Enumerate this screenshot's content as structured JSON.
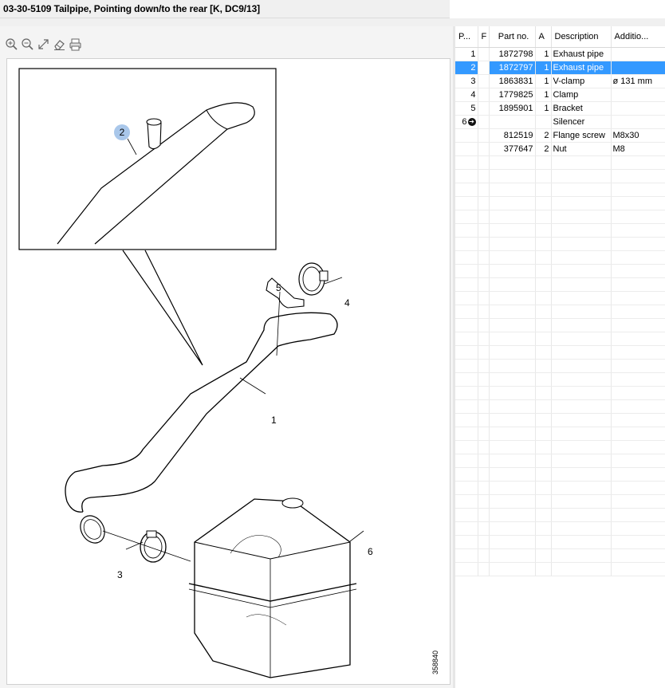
{
  "window": {
    "title": "03-30-5109 Tailpipe, Pointing down/to the rear [K, DC9/13]"
  },
  "toolbar": {
    "icons": [
      "zoom-in-icon",
      "zoom-out-icon",
      "fit-to-window-icon",
      "eraser-icon",
      "print-icon"
    ]
  },
  "diagram": {
    "callouts": [
      "1",
      "2",
      "3",
      "4",
      "5",
      "6"
    ],
    "inset_callout": "2",
    "image_number": "358840"
  },
  "parts_table": {
    "columns": [
      "P...",
      "F",
      "Part no.",
      "A",
      "Description",
      "Additio..."
    ],
    "rows": [
      {
        "pos": "1",
        "f": "",
        "part_no": "1872798",
        "qty": "1",
        "description": "Exhaust pipe",
        "additional": ""
      },
      {
        "pos": "2",
        "f": "",
        "part_no": "1872797",
        "qty": "1",
        "description": "Exhaust pipe",
        "additional": "",
        "selected": true
      },
      {
        "pos": "3",
        "f": "",
        "part_no": "1863831",
        "qty": "1",
        "description": "V-clamp",
        "additional": "ø 131 mm"
      },
      {
        "pos": "4",
        "f": "",
        "part_no": "1779825",
        "qty": "1",
        "description": "Clamp",
        "additional": ""
      },
      {
        "pos": "5",
        "f": "",
        "part_no": "1895901",
        "qty": "1",
        "description": "Bracket",
        "additional": ""
      },
      {
        "pos": "6",
        "f": "",
        "part_no": "",
        "qty": "",
        "description": "Silencer",
        "additional": "",
        "expandable": true
      },
      {
        "pos": "",
        "f": "",
        "part_no": "812519",
        "qty": "2",
        "description": "Flange screw",
        "additional": "M8x30"
      },
      {
        "pos": "",
        "f": "",
        "part_no": "377647",
        "qty": "2",
        "description": "Nut",
        "additional": "M8"
      }
    ]
  },
  "colors": {
    "selection": "#3399ff",
    "callout_highlight": "#a9c7ea"
  }
}
